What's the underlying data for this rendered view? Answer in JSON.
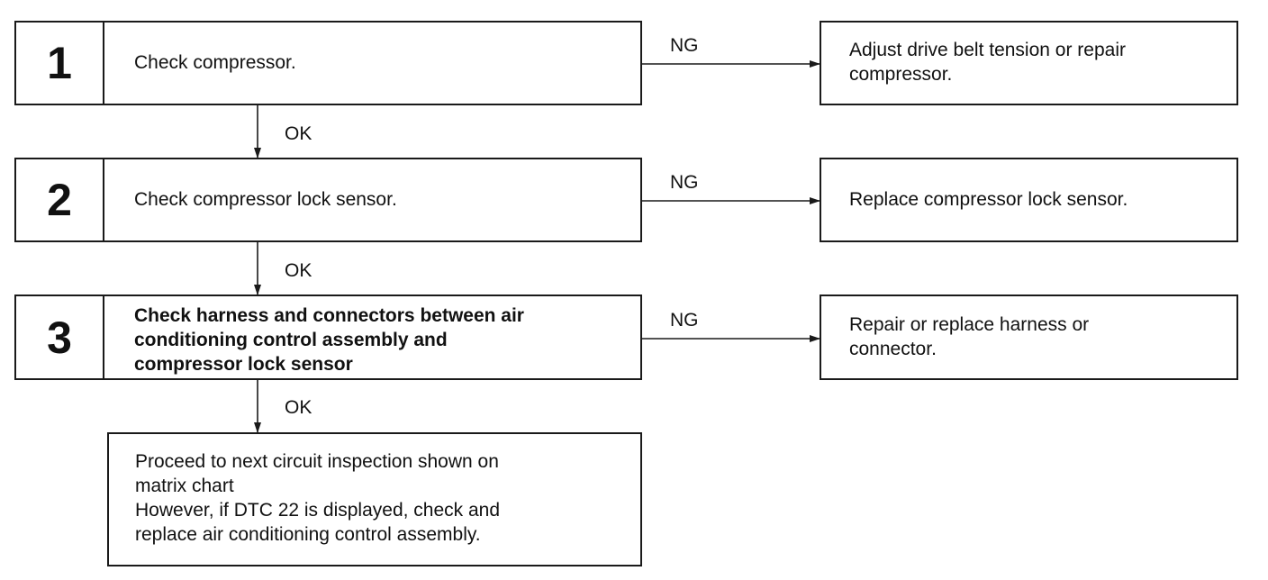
{
  "steps": [
    {
      "number": "1",
      "text": [
        "Check compressor."
      ],
      "ng_label": "NG",
      "ok_label": "OK",
      "ng_result": [
        "Adjust drive belt tension or repair",
        "compressor."
      ]
    },
    {
      "number": "2",
      "text": [
        "Check compressor lock sensor."
      ],
      "ng_label": "NG",
      "ok_label": "OK",
      "ng_result": [
        "Replace compressor lock sensor."
      ]
    },
    {
      "number": "3",
      "text": [
        "Check harness and connectors between air",
        "conditioning control assembly and",
        "compressor lock sensor"
      ],
      "ng_label": "NG",
      "ok_label": "OK",
      "ng_result": [
        "Repair or replace harness or",
        "connector."
      ]
    }
  ],
  "final": {
    "text": [
      "Proceed to next circuit inspection shown on",
      "matrix chart",
      "However, if DTC 22 is displayed, check and",
      "replace air conditioning control assembly."
    ]
  },
  "colors": {
    "line": "#1a1a1a",
    "background": "#ffffff"
  }
}
